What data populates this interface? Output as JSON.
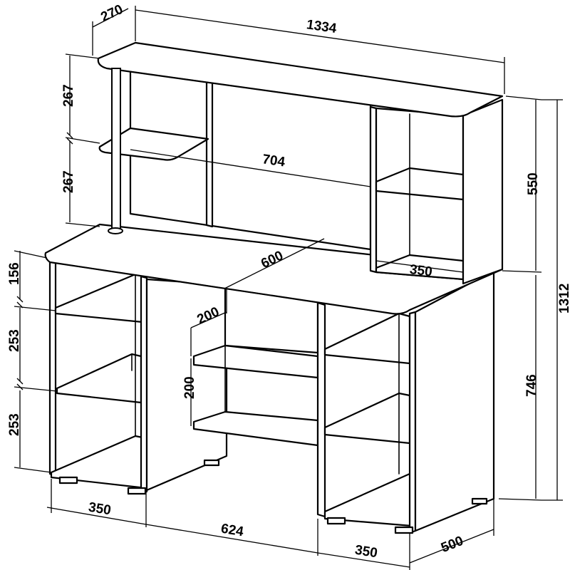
{
  "dimensions": {
    "top_depth": "270",
    "total_width": "1334",
    "shelf_h_upper": "267",
    "shelf_h_lower": "267",
    "inner_width": "704",
    "superstructure_h": "550",
    "total_height": "1312",
    "desk_depth": "600",
    "cabinet_inner": "350",
    "pedestal_top": "156",
    "pedestal_mid": "253",
    "pedestal_low": "253",
    "niche_shelf_depth": "200",
    "niche_shelf_gap": "200",
    "desk_height": "746",
    "left_pedestal_w": "350",
    "knee_space_w": "624",
    "right_pedestal_w": "350",
    "pedestal_depth": "500"
  }
}
